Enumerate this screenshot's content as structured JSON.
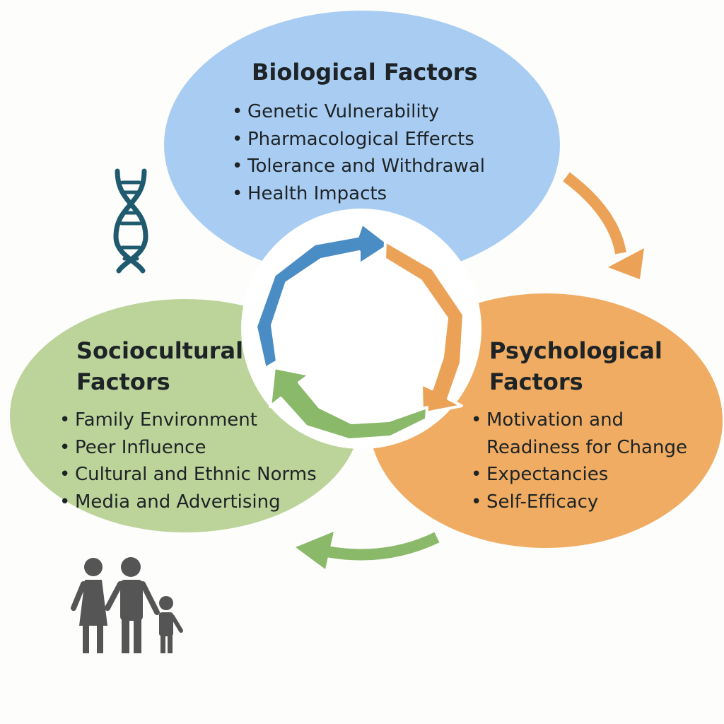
{
  "colors": {
    "biological": "#a9cdf2",
    "psychological": "#efac62",
    "sociocultural": "#bcd39a",
    "blue_arrow": "#4a8cc4",
    "orange_arrow": "#eba257",
    "green_arrow": "#8ab96a",
    "dna": "#1f5a6e",
    "family": "#555555",
    "text": "#1d2326"
  },
  "biological": {
    "title": "Biological Factors",
    "items": [
      "Genetic Vulnerability",
      "Pharmacological Effercts",
      "Tolerance and Withdrawal",
      "Health Impacts"
    ]
  },
  "sociocultural": {
    "title_line1": "Sociocultural",
    "title_line2": "Factors",
    "items": [
      "Family Environment",
      "Peer Influence",
      "Cultural and Ethnic Norms",
      "Media and Advertising"
    ]
  },
  "psychological": {
    "title_line1": "Psychological",
    "title_line2": "Factors",
    "items": [
      "Motivation and",
      "Readiness for Change",
      "Expectancies",
      "Self-Efficacy"
    ]
  },
  "icons": {
    "dna": "dna-icon",
    "family": "family-icon"
  }
}
